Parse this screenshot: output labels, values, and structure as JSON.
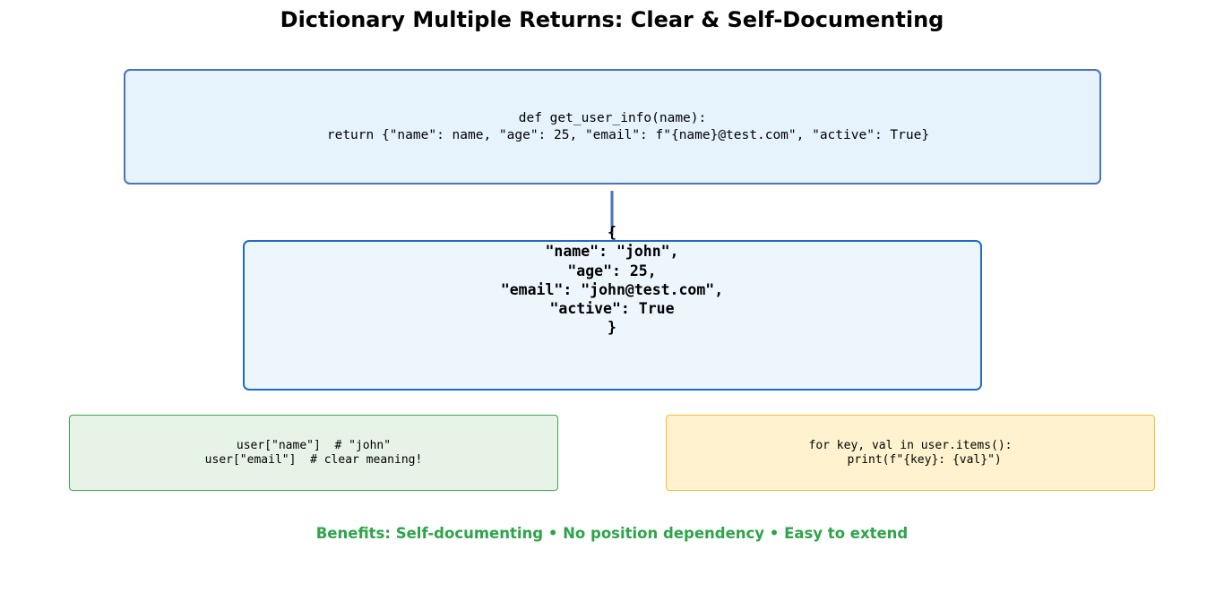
{
  "title": "Dictionary Multiple Returns: Clear & Self-Documenting",
  "function_box": {
    "code": "def get_user_info(name):\n    return {\"name\": name, \"age\": 25, \"email\": f\"{name}@test.com\", \"active\": True}"
  },
  "result_box": {
    "dict_text": "{\n\"name\": \"john\",\n\"age\": 25,\n\"email\": \"john@test.com\",\n\"active\": True\n}"
  },
  "access_box": {
    "code": "user[\"name\"]  # \"john\"\nuser[\"email\"]  # clear meaning!"
  },
  "iterate_box": {
    "code": "for key, val in user.items():\n    print(f\"{key}: {val}\")"
  },
  "benefits": "Benefits: Self-documenting • No position dependency • Easy to extend",
  "colors": {
    "function_fill": "#e6f3fc",
    "function_border": "#4a72c0",
    "result_fill": "#eef6fd",
    "result_border": "#1f6cc4",
    "access_fill": "#e8f3e8",
    "access_border": "#3aa84a",
    "iterate_fill": "#fff3cf",
    "iterate_border": "#f2c12e",
    "benefits_text": "#2ea44a",
    "arrow": "#4a72c0"
  }
}
